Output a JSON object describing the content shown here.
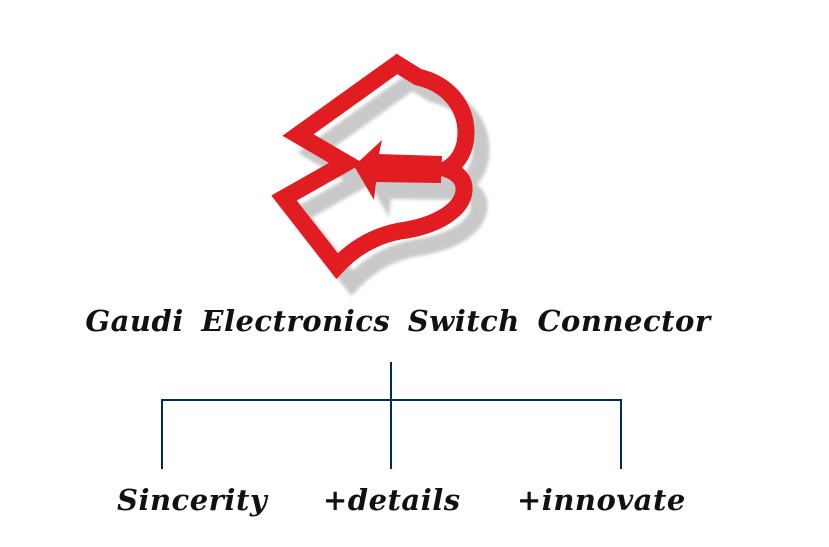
{
  "brand": {
    "logo": {
      "icon": "arrow-b-logo",
      "description": "red letter B formed by left-pointing arrows with gray drop shadow",
      "primary_color": "#e21d22",
      "shadow_color": "#c9c9c9"
    },
    "title": "Gaudi Electronics Switch Connector"
  },
  "values_tree": {
    "line_color": "#002a5a",
    "items": [
      {
        "label": "Sincerity"
      },
      {
        "label": "+details"
      },
      {
        "label": "+innovate"
      }
    ]
  }
}
